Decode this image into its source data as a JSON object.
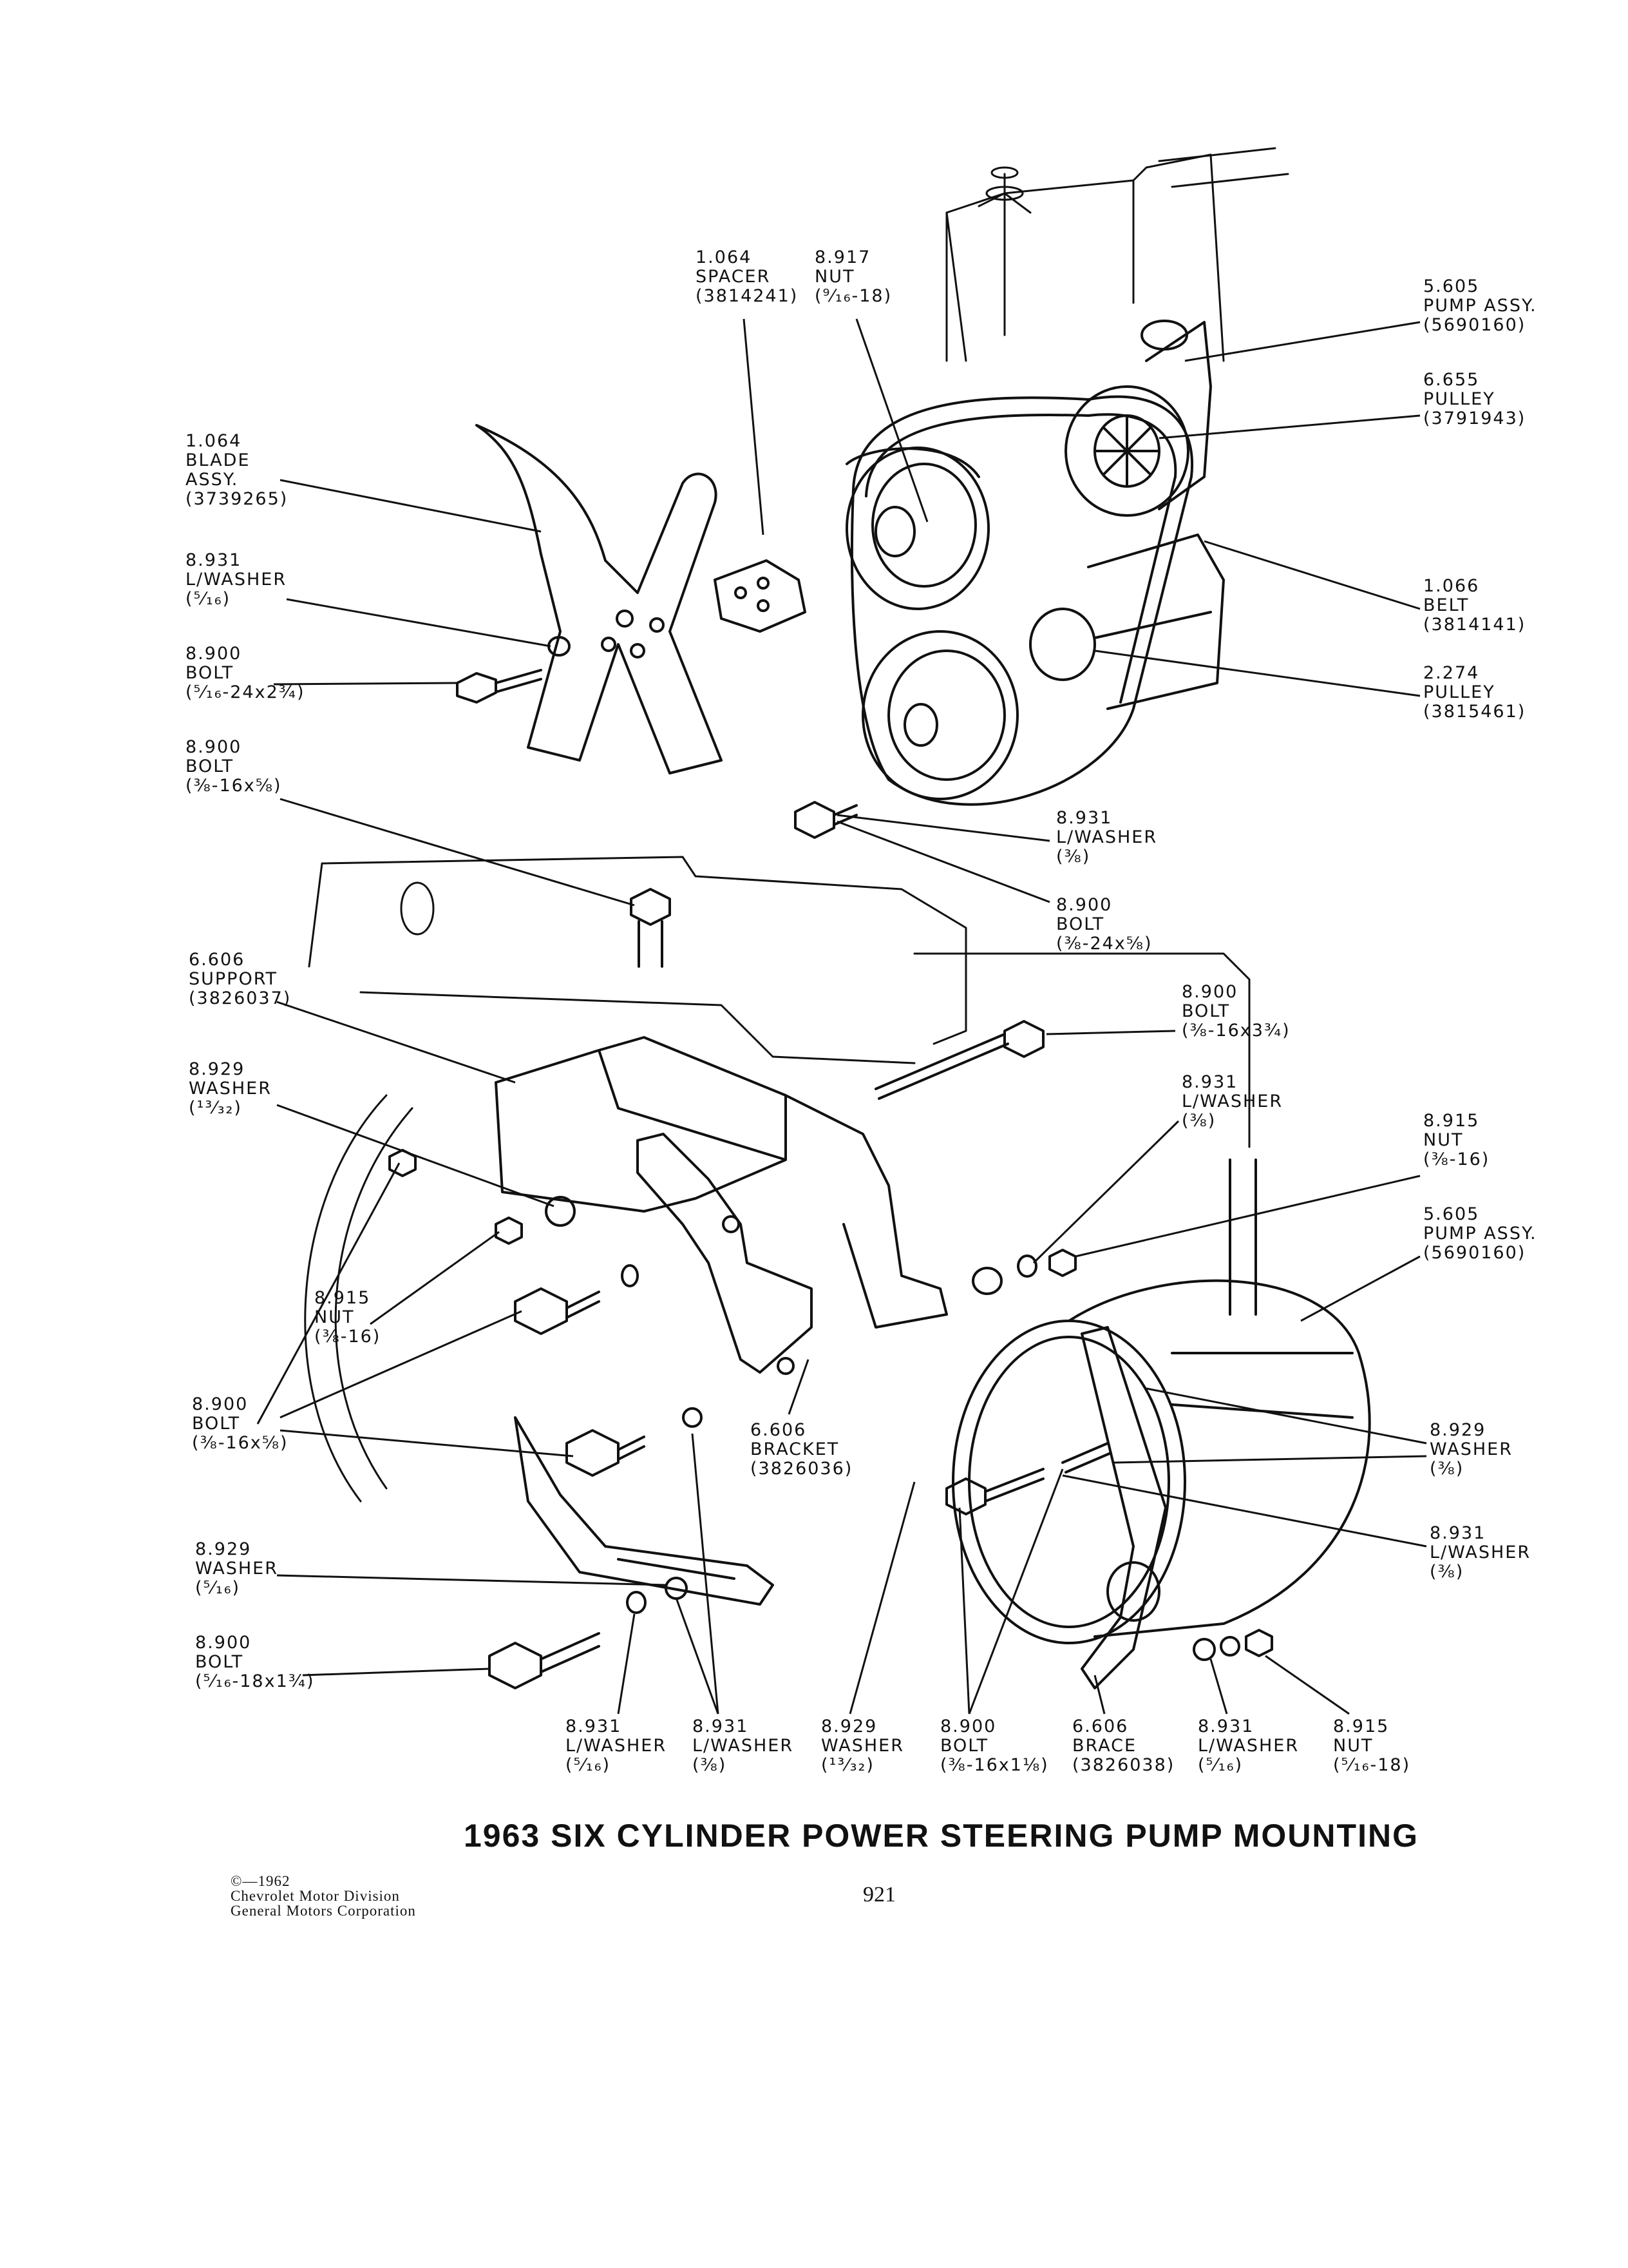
{
  "title": "1963 SIX CYLINDER POWER STEERING PUMP MOUNTING",
  "page_number": "921",
  "copyright": [
    "©—1962",
    "Chevrolet Motor Division",
    "General Motors Corporation"
  ],
  "callouts": [
    {
      "id": "spacer-1064",
      "lines": [
        "1.064",
        "SPACER",
        "(3814241)"
      ]
    },
    {
      "id": "nut-8917",
      "lines": [
        "8.917",
        "NUT",
        "(⁹⁄₁₆-18)"
      ]
    },
    {
      "id": "pump-assy-5605-top",
      "lines": [
        "5.605",
        "PUMP ASSY.",
        "(5690160)"
      ]
    },
    {
      "id": "pulley-6655",
      "lines": [
        "6.655",
        "PULLEY",
        "(3791943)"
      ]
    },
    {
      "id": "blade-assy-1064",
      "lines": [
        "1.064",
        "BLADE",
        "ASSY.",
        "(3739265)"
      ]
    },
    {
      "id": "lwasher-8931-fan",
      "lines": [
        "8.931",
        "L/WASHER",
        "(⁵⁄₁₆)"
      ]
    },
    {
      "id": "bolt-8900-fan",
      "lines": [
        "8.900",
        "BOLT",
        "(⁵⁄₁₆-24x2¾)"
      ]
    },
    {
      "id": "belt-1066",
      "lines": [
        "1.066",
        "BELT",
        "(3814141)"
      ]
    },
    {
      "id": "pulley-2274",
      "lines": [
        "2.274",
        "PULLEY",
        "(3815461)"
      ]
    },
    {
      "id": "bolt-8900-support-top",
      "lines": [
        "8.900",
        "BOLT",
        "(⅜-16x⅝)"
      ]
    },
    {
      "id": "lwasher-8931-pulley",
      "lines": [
        "8.931",
        "L/WASHER",
        "(⅜)"
      ]
    },
    {
      "id": "bolt-8900-pulley",
      "lines": [
        "8.900",
        "BOLT",
        "(⅜-24x⅝)"
      ]
    },
    {
      "id": "support-6606",
      "lines": [
        "6.606",
        "SUPPORT",
        "(3826037)"
      ]
    },
    {
      "id": "bolt-8900-long",
      "lines": [
        "8.900",
        "BOLT",
        "(⅜-16x3¾)"
      ]
    },
    {
      "id": "washer-8929-left",
      "lines": [
        "8.929",
        "WASHER",
        "(¹³⁄₃₂)"
      ]
    },
    {
      "id": "lwasher-8931-mid",
      "lines": [
        "8.931",
        "L/WASHER",
        "(⅜)"
      ]
    },
    {
      "id": "nut-8915-right",
      "lines": [
        "8.915",
        "NUT",
        "(⅜-16)"
      ]
    },
    {
      "id": "pump-assy-5605-bottom",
      "lines": [
        "5.605",
        "PUMP ASSY.",
        "(5690160)"
      ]
    },
    {
      "id": "nut-8915-left",
      "lines": [
        "8.915",
        "NUT",
        "(⅜-16)"
      ]
    },
    {
      "id": "bolt-8900-left",
      "lines": [
        "8.900",
        "BOLT",
        "(⅜-16x⅝)"
      ]
    },
    {
      "id": "bracket-6606",
      "lines": [
        "6.606",
        "BRACKET",
        "(3826036)"
      ]
    },
    {
      "id": "washer-8929-right",
      "lines": [
        "8.929",
        "WASHER",
        "(⅜)"
      ]
    },
    {
      "id": "lwasher-8931-right",
      "lines": [
        "8.931",
        "L/WASHER",
        "(⅜)"
      ]
    },
    {
      "id": "washer-8929-lower",
      "lines": [
        "8.929",
        "WASHER",
        "(⁵⁄₁₆)"
      ]
    },
    {
      "id": "bolt-8900-lower",
      "lines": [
        "8.900",
        "BOLT",
        "(⁵⁄₁₆-18x1¾)"
      ]
    },
    {
      "id": "lwasher-8931-b1",
      "lines": [
        "8.931",
        "L/WASHER",
        "(⁵⁄₁₆)"
      ]
    },
    {
      "id": "lwasher-8931-b2",
      "lines": [
        "8.931",
        "L/WASHER",
        "(⅜)"
      ]
    },
    {
      "id": "washer-8929-b3",
      "lines": [
        "8.929",
        "WASHER",
        "(¹³⁄₃₂)"
      ]
    },
    {
      "id": "bolt-8900-b4",
      "lines": [
        "8.900",
        "BOLT",
        "(⅜-16x1⅛)"
      ]
    },
    {
      "id": "brace-6606",
      "lines": [
        "6.606",
        "BRACE",
        "(3826038)"
      ]
    },
    {
      "id": "lwasher-8931-b6",
      "lines": [
        "8.931",
        "L/WASHER",
        "(⁵⁄₁₆)"
      ]
    },
    {
      "id": "nut-8915-b7",
      "lines": [
        "8.915",
        "NUT",
        "(⁵⁄₁₆-18)"
      ]
    }
  ]
}
